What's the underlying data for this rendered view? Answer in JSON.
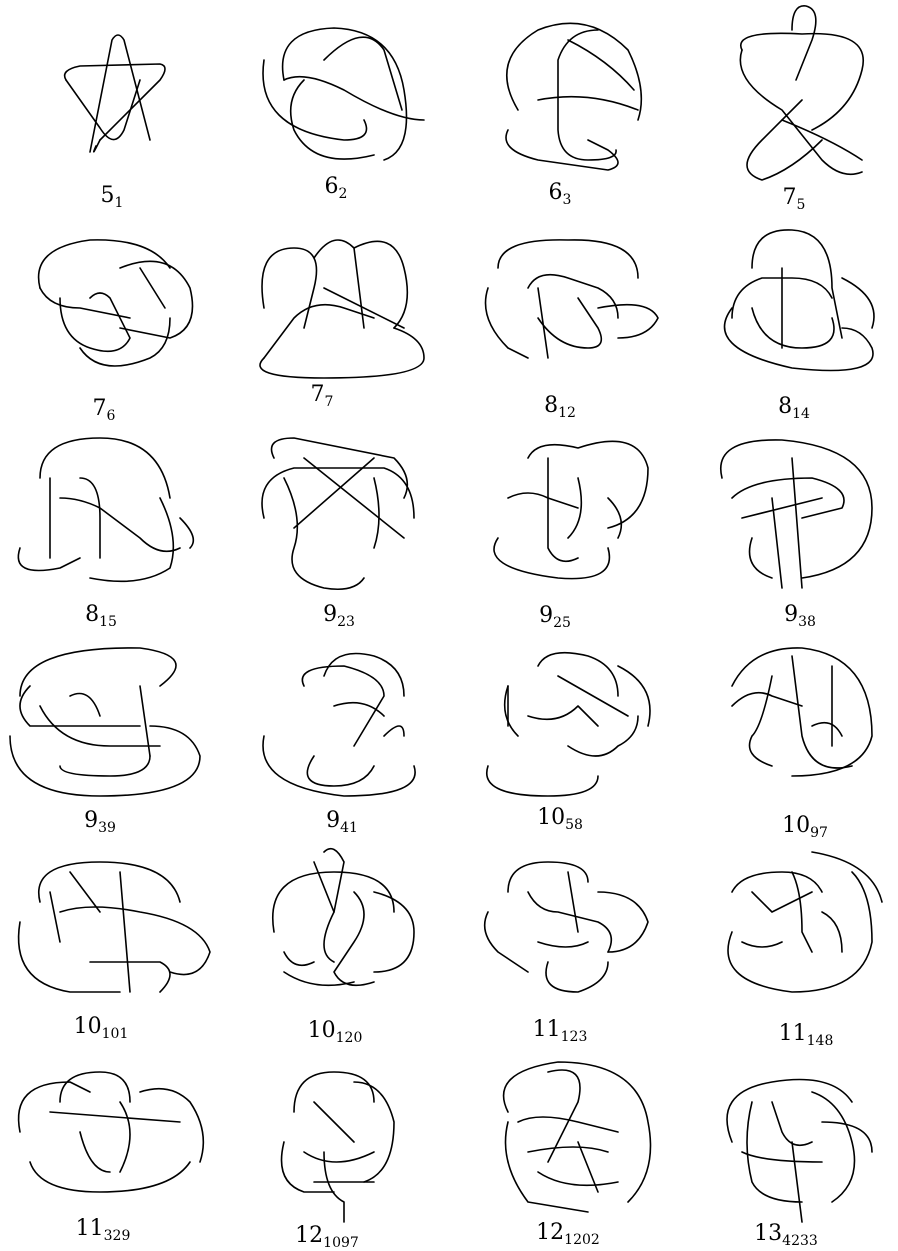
{
  "knots": [
    {
      "id": "k-5-1",
      "base": "5",
      "index": "1"
    },
    {
      "id": "k-6-2",
      "base": "6",
      "index": "2"
    },
    {
      "id": "k-6-3",
      "base": "6",
      "index": "3"
    },
    {
      "id": "k-7-5",
      "base": "7",
      "index": "5"
    },
    {
      "id": "k-7-6",
      "base": "7",
      "index": "6"
    },
    {
      "id": "k-7-7",
      "base": "7",
      "index": "7"
    },
    {
      "id": "k-8-12",
      "base": "8",
      "index": "12"
    },
    {
      "id": "k-8-14",
      "base": "8",
      "index": "14"
    },
    {
      "id": "k-8-15",
      "base": "8",
      "index": "15"
    },
    {
      "id": "k-9-23",
      "base": "9",
      "index": "23"
    },
    {
      "id": "k-9-25",
      "base": "9",
      "index": "25"
    },
    {
      "id": "k-9-38",
      "base": "9",
      "index": "38"
    },
    {
      "id": "k-9-39",
      "base": "9",
      "index": "39"
    },
    {
      "id": "k-9-41",
      "base": "9",
      "index": "41"
    },
    {
      "id": "k-10-58",
      "base": "10",
      "index": "58"
    },
    {
      "id": "k-10-97",
      "base": "10",
      "index": "97"
    },
    {
      "id": "k-10-101",
      "base": "10",
      "index": "101"
    },
    {
      "id": "k-10-120",
      "base": "10",
      "index": "120"
    },
    {
      "id": "k-11-123",
      "base": "11",
      "index": "123"
    },
    {
      "id": "k-11-148",
      "base": "11",
      "index": "148"
    },
    {
      "id": "k-11-329",
      "base": "11",
      "index": "329"
    },
    {
      "id": "k-12-1097",
      "base": "12",
      "index": "1097"
    },
    {
      "id": "k-12-1202",
      "base": "12",
      "index": "1202"
    },
    {
      "id": "k-13-4233",
      "base": "13",
      "index": "4233"
    }
  ],
  "stroke_color": "#000000"
}
